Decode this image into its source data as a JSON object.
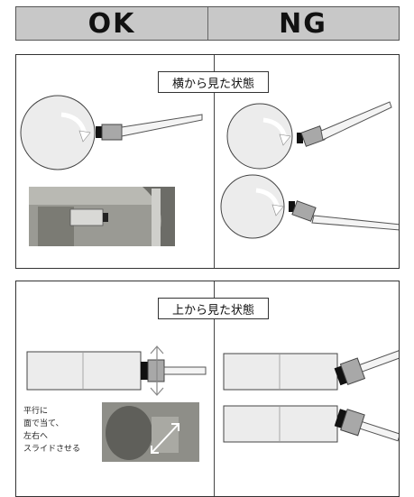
{
  "header": {
    "ok_label": "OK",
    "ng_label": "NG"
  },
  "side_view": {
    "caption": "横から見た状態"
  },
  "top_view": {
    "caption": "上から見た状態",
    "note": "平行に\n面で当て、\n左右へ\nスライドさせる"
  },
  "colors": {
    "wheel_fill": "#ececec",
    "probe_body": "#a8a8a8",
    "probe_tip": "#111111",
    "header_bg": "#c8c8c8"
  }
}
